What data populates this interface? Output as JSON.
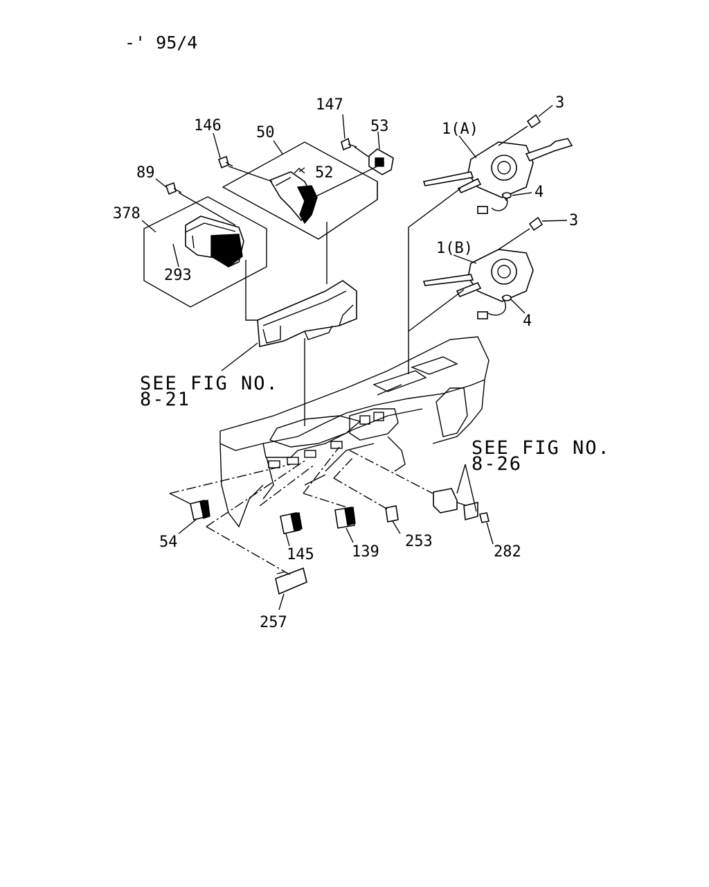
{
  "header": {
    "date_code": "-' 95/4"
  },
  "callouts": {
    "c3a": "3",
    "c3b": "3",
    "c4a": "4",
    "c4b": "4",
    "c1a": "1(A)",
    "c1b": "1(B)",
    "c147": "147",
    "c53": "53",
    "c146": "146",
    "c50": "50",
    "c52": "52",
    "c89": "89",
    "c378": "378",
    "c293": "293",
    "c54": "54",
    "c145": "145",
    "c139": "139",
    "c253": "253",
    "c282": "282",
    "c257": "257"
  },
  "references": {
    "fig_8_21": {
      "line1": "SEE FIG NO.",
      "line2": "8-21"
    },
    "fig_8_26": {
      "line1": "SEE FIG NO.",
      "line2": "8-26"
    }
  }
}
